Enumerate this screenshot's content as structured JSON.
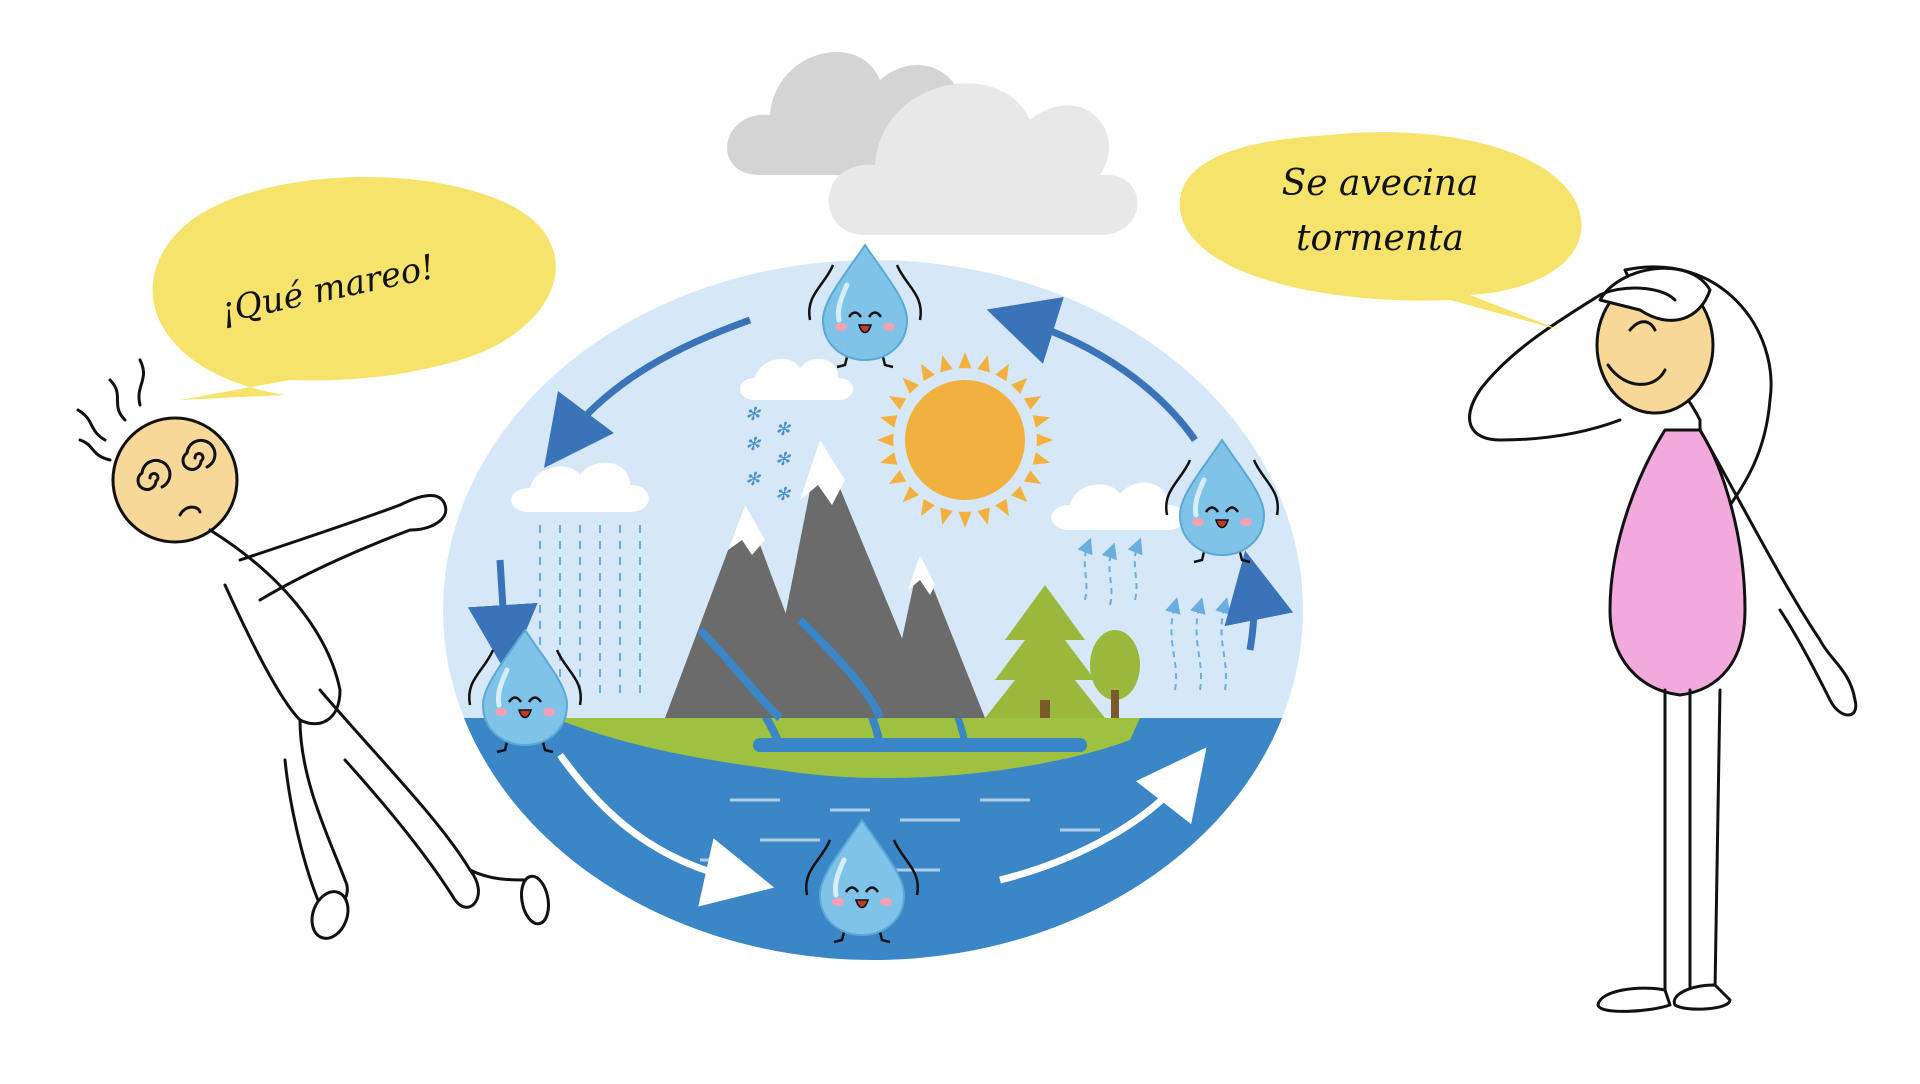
{
  "speech_left": "¡Qué mareo!",
  "speech_right": {
    "line1": "Se avecina",
    "line2": "tormenta"
  },
  "colors": {
    "bubble": "#f6e36c",
    "sky": "#d6e8f7",
    "water": "#3a86c6",
    "grass": "#9ec23f",
    "mountain": "#6b6b6b",
    "snow": "#ffffff",
    "sun": "#f2b13f",
    "cloud_dark": "#d4d4d4",
    "cloud_light": "#e8e8e8",
    "cycle_arrow": "#3b73b9",
    "drop": "#7fc4e8",
    "face": "#f8d898",
    "dress": "#f2a9dc",
    "tree": "#9ab83c"
  }
}
